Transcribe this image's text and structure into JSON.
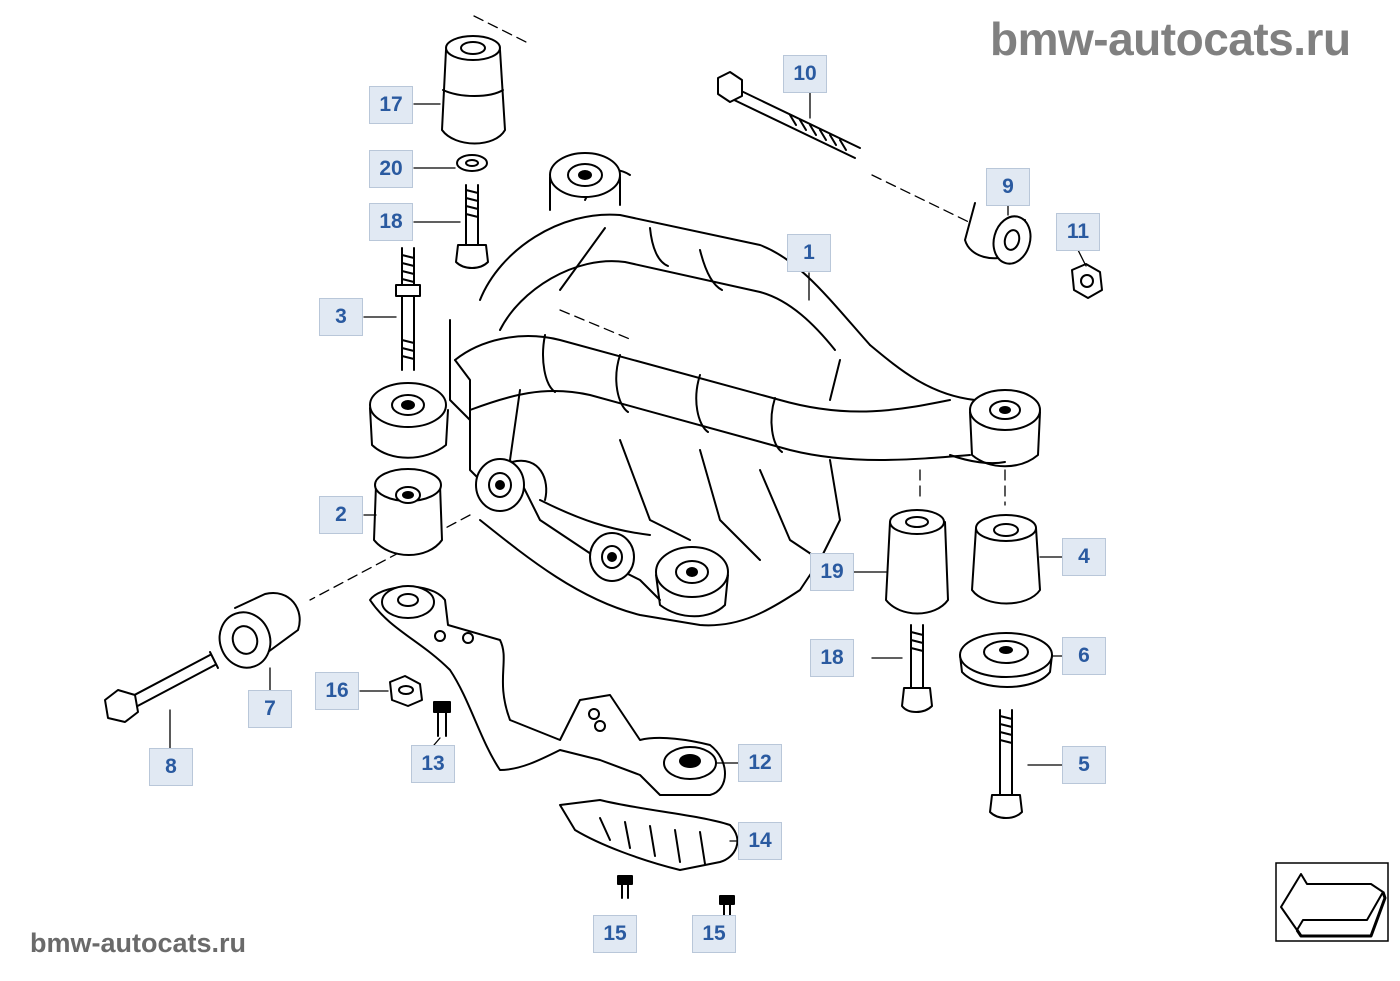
{
  "watermark_top": "bmw-autocats.ru",
  "watermark_bottom": "bmw-autocats.ru",
  "callouts": {
    "p1": "1",
    "p2": "2",
    "p3": "3",
    "p4": "4",
    "p5": "5",
    "p6": "6",
    "p7": "7",
    "p8": "8",
    "p9": "9",
    "p10": "10",
    "p11": "11",
    "p12": "12",
    "p13": "13",
    "p14": "14",
    "p15a": "15",
    "p15b": "15",
    "p16": "16",
    "p17": "17",
    "p18a": "18",
    "p18b": "18",
    "p19": "19",
    "p20": "20"
  },
  "colors": {
    "callout_fill": "#e1e9f3",
    "callout_text": "#2a5aa0",
    "watermark": "#808080",
    "line": "#000000"
  },
  "icons": {
    "nav": "arrow-back-icon"
  }
}
